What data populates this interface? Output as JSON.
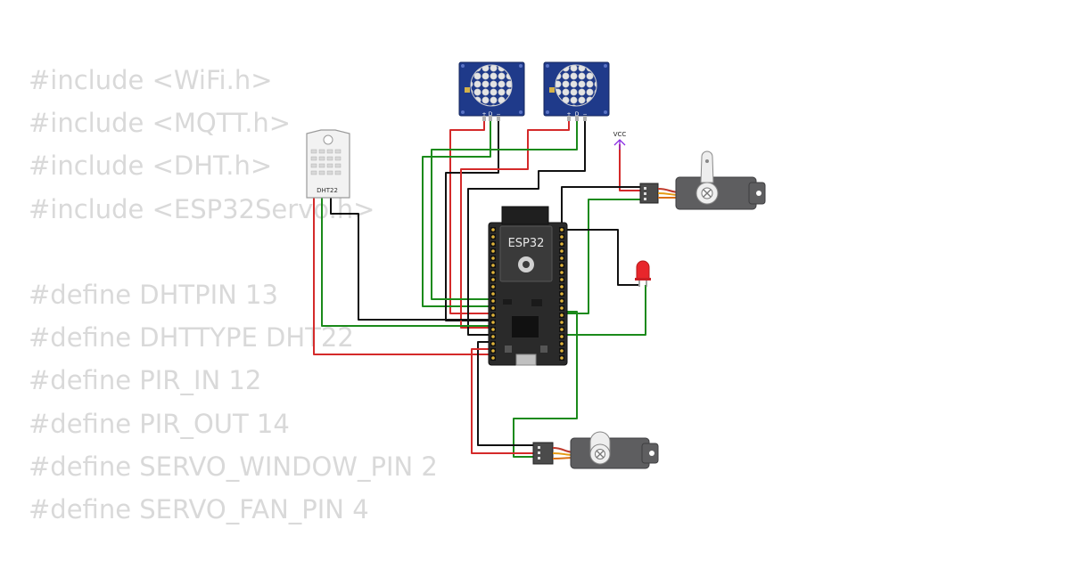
{
  "code_lines": [
    "#include <WiFi.h>",
    "#include <MQTT.h>",
    "#include <DHT.h>",
    "#include <ESP32Servo.h>",
    "",
    "#define DHTPIN 13",
    "#define DHTTYPE DHT22",
    "#define PIR_IN 12",
    "#define PIR_OUT 14",
    "#define SERVO_WINDOW_PIN 2",
    "#define SERVO_FAN_PIN 4"
  ],
  "components": {
    "esp32_label": "ESP32",
    "dht_label": "DHT22",
    "vcc_label": "VCC",
    "pir_pin_labels": [
      "+",
      "D",
      "−"
    ]
  },
  "colors": {
    "code_text": "#d9d9d9",
    "wire_red": "#d42a2a",
    "wire_green": "#1b8a1b",
    "wire_black": "#111111",
    "vcc": "#8a2be2",
    "pir_board": "#1f3a8a",
    "led": "#e8262b",
    "servo_body": "#5e5e60"
  }
}
